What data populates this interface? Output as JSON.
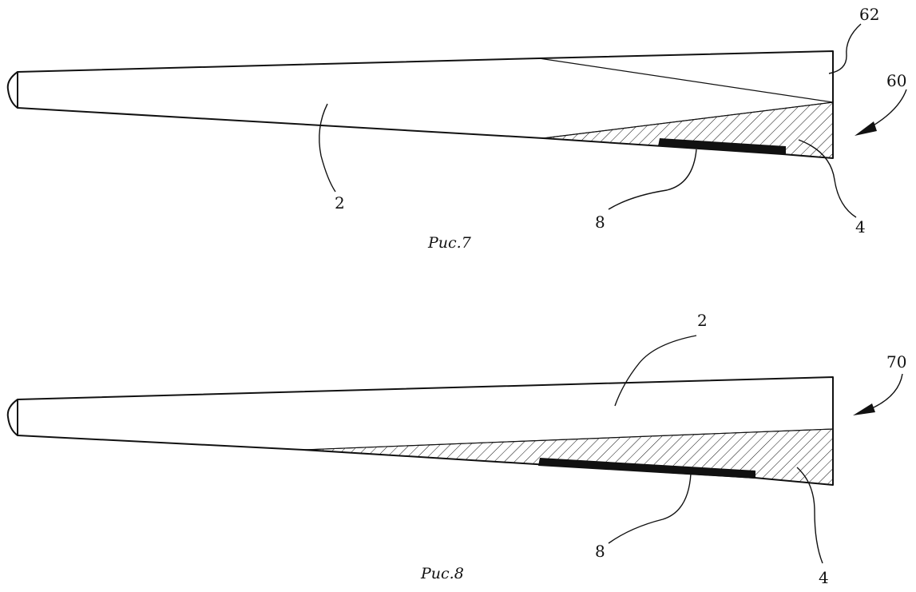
{
  "figure7": {
    "caption": "Рис.7",
    "labels": {
      "blade": "2",
      "section": "4",
      "strip": "8",
      "tip_layer": "62",
      "assembly": "60"
    }
  },
  "figure8": {
    "caption": "Рис.8",
    "labels": {
      "blade": "2",
      "section": "4",
      "strip": "8",
      "assembly": "70"
    }
  },
  "colors": {
    "ink": "#111111",
    "background": "#ffffff"
  }
}
